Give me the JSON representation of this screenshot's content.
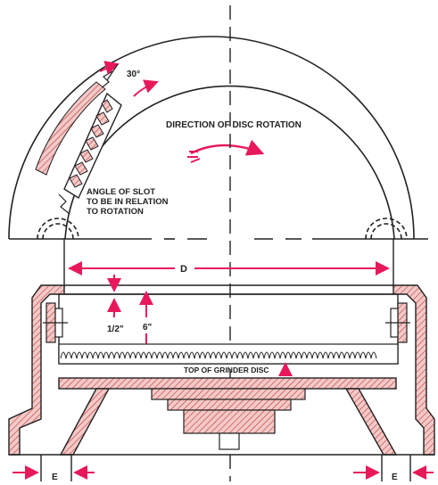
{
  "labels": {
    "angle": "30°",
    "direction": "DIRECTION OF DISC ROTATION",
    "slot_angle": [
      "ANGLE OF SLOT",
      "TO BE IN RELATION",
      "TO ROTATION"
    ],
    "diameter": "D",
    "clearance_small": "1/2\"",
    "clearance_large": "6\"",
    "top_of_disc": "TOP OF GRINDER DISC",
    "edge_left": "E",
    "edge_right": "E"
  },
  "colors": {
    "line": "#222222",
    "accent": "#e8195a",
    "hatch_fill": "#f3c9c9",
    "hatch_line": "#c0392b"
  }
}
